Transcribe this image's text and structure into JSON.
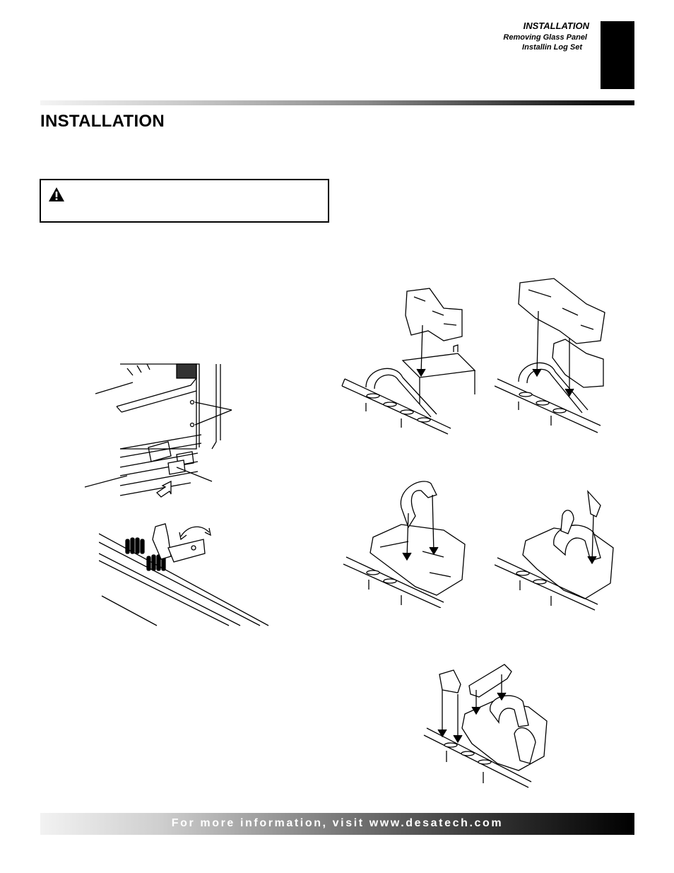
{
  "header": {
    "section": "INSTALLATION",
    "sub_items": [
      "Removing Glass Panel",
      "Installin Log Set"
    ]
  },
  "page": {
    "title": "INSTALLATION"
  },
  "footer": {
    "text": "For more information, visit www.desatech.com"
  },
  "icons": {
    "warning": "warning-triangle-icon"
  }
}
